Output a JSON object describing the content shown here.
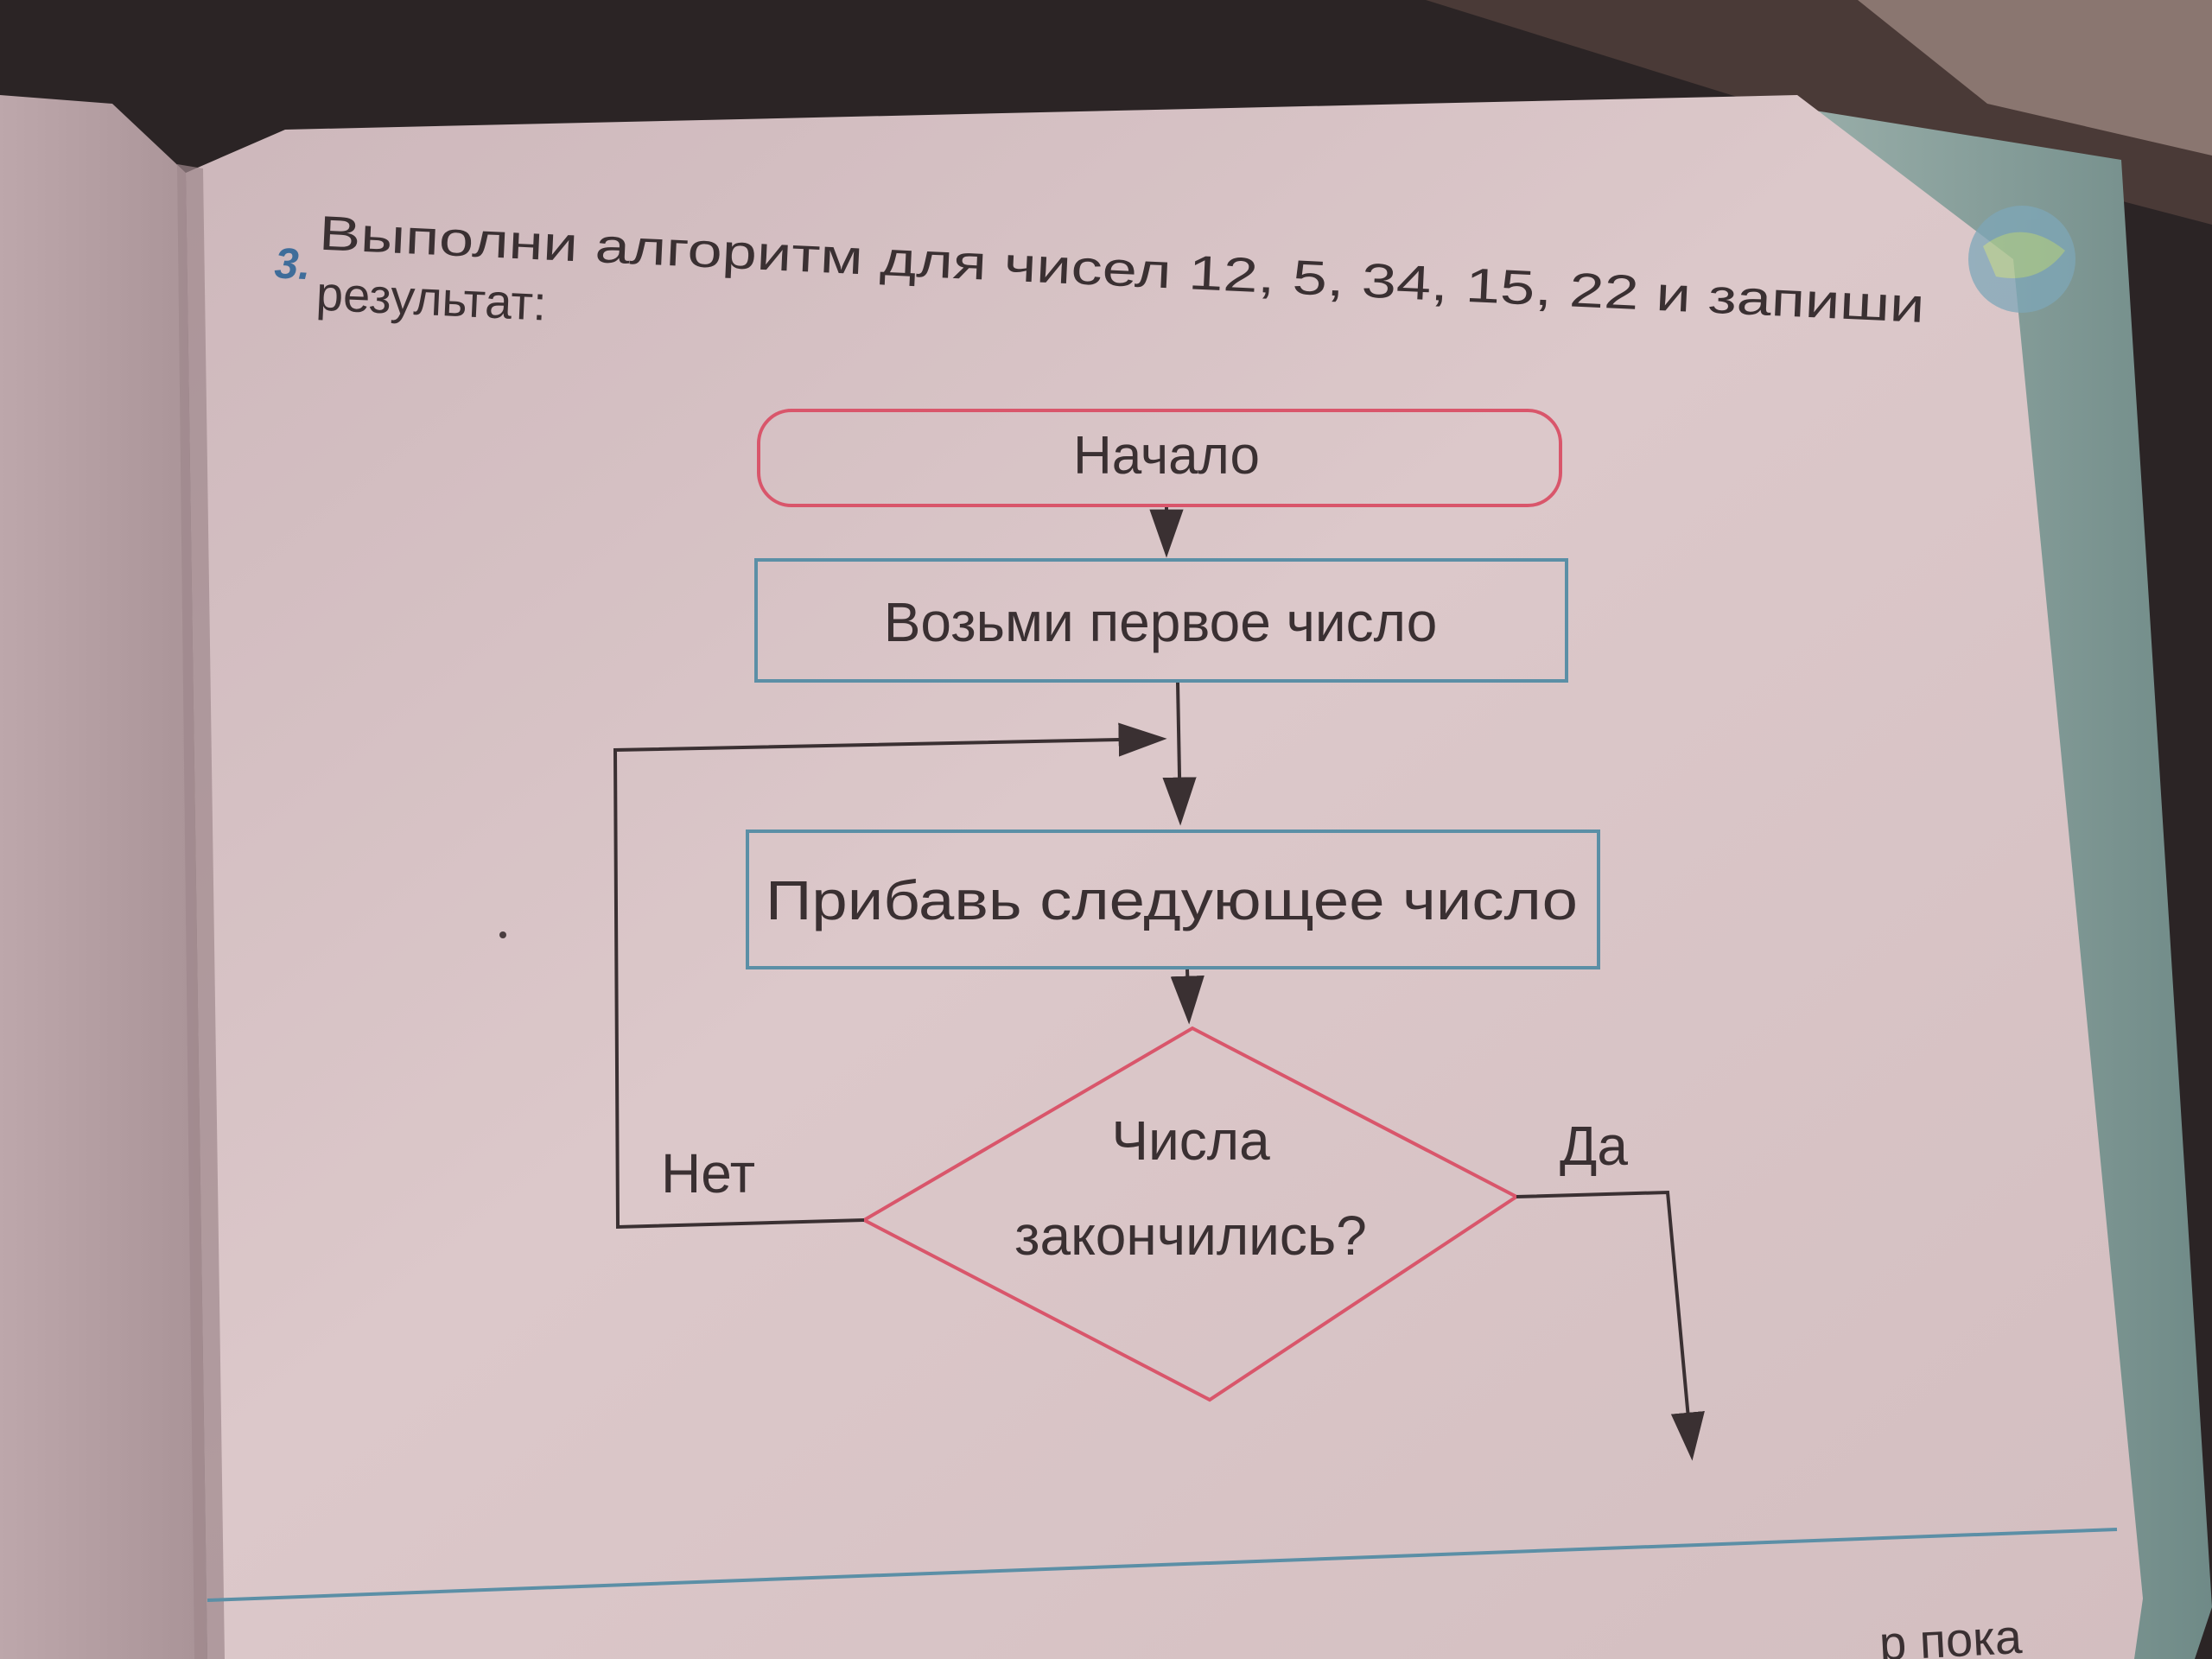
{
  "task": {
    "number": "3.",
    "line1": "Выполни алгоритм для чисел 12, 5, 34, 15, 22 и запиши",
    "line2": "результат:"
  },
  "flowchart": {
    "start": "Начало",
    "step1": "Возьми первое число",
    "step2": "Прибавь следующее число",
    "decision_line1": "Числа",
    "decision_line2": "закончились?",
    "no_label": "Нет",
    "yes_label": "Да"
  },
  "footer": {
    "corner_text": "р пока"
  },
  "colors": {
    "page": "#d9c4c6",
    "page_shadow": "#b9a3a7",
    "ink": "#3a3032",
    "terminal_border": "#d9566b",
    "process_border": "#5b8fa6",
    "decision_border": "#d9566b",
    "task_number": "#3f6d9a"
  }
}
